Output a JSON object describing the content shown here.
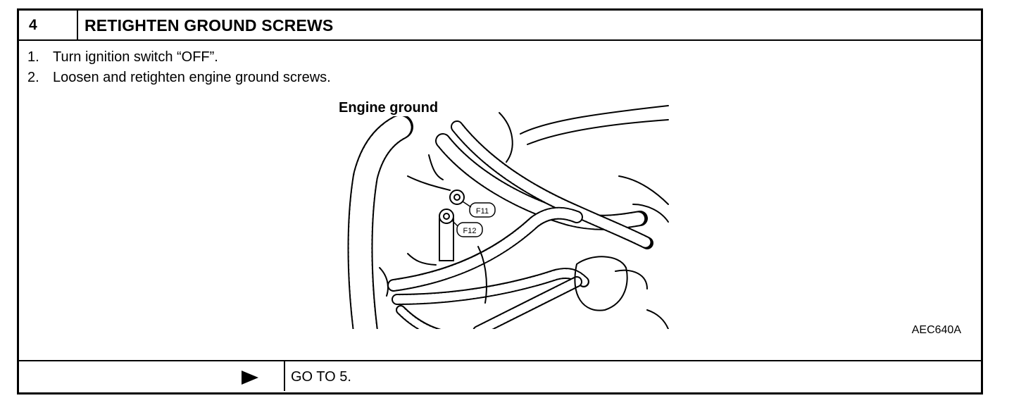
{
  "header": {
    "step_number": "4",
    "title": "RETIGHTEN GROUND SCREWS"
  },
  "instructions": [
    {
      "num": "1.",
      "text": "Turn ignition switch “OFF”."
    },
    {
      "num": "2.",
      "text": "Loosen and retighten engine ground screws."
    }
  ],
  "figure": {
    "label": "Engine ground",
    "callouts": [
      "F11",
      "F12"
    ],
    "code": "AEC640A"
  },
  "footer": {
    "arrow_icon": "right-triangle-arrow-icon",
    "result": "GO TO 5."
  }
}
